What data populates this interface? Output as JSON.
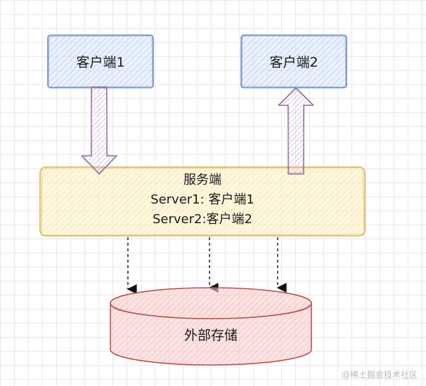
{
  "nodes": {
    "client1": {
      "label": "客户端1"
    },
    "client2": {
      "label": "客户端2"
    },
    "server": {
      "title": "服务端",
      "line1": "Server1: 客户端1",
      "line2": "Server2:客户端2"
    },
    "storage": {
      "label": "外部存储"
    }
  },
  "watermark": "@稀土掘金技术社区",
  "colors": {
    "client_fill": "#dae8fc",
    "client_stroke": "#6c8ebf",
    "arrow_fill": "#e1d5e7",
    "arrow_stroke": "#9673a6",
    "server_fill": "#fff2cc",
    "server_stroke": "#d6b656",
    "storage_fill": "#f8cecc",
    "storage_stroke": "#b85450"
  }
}
